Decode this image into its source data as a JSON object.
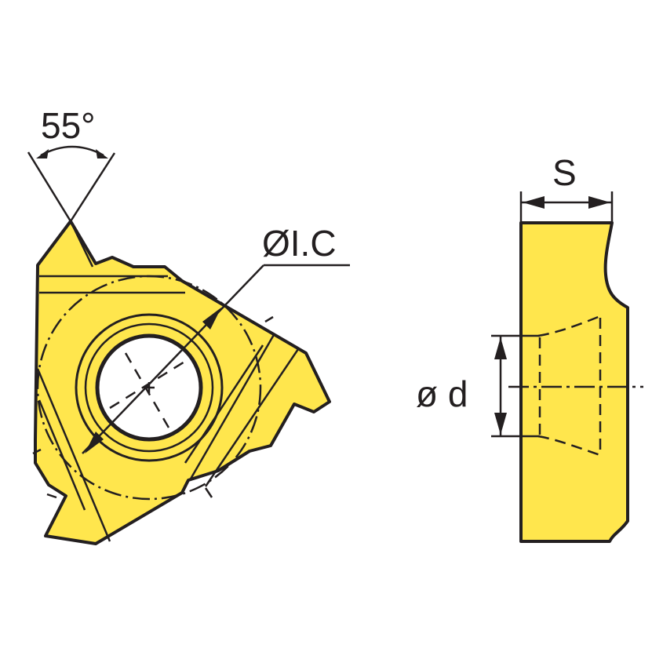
{
  "labels": {
    "angle": "55°",
    "inscribed_circle": "ØI.C",
    "thickness": "S",
    "hole_diameter": "ø d"
  },
  "colors": {
    "insert_fill": "#ffe64d",
    "outline": "#231f20",
    "background": "#ffffff",
    "hole_fill": "#ffffff"
  }
}
